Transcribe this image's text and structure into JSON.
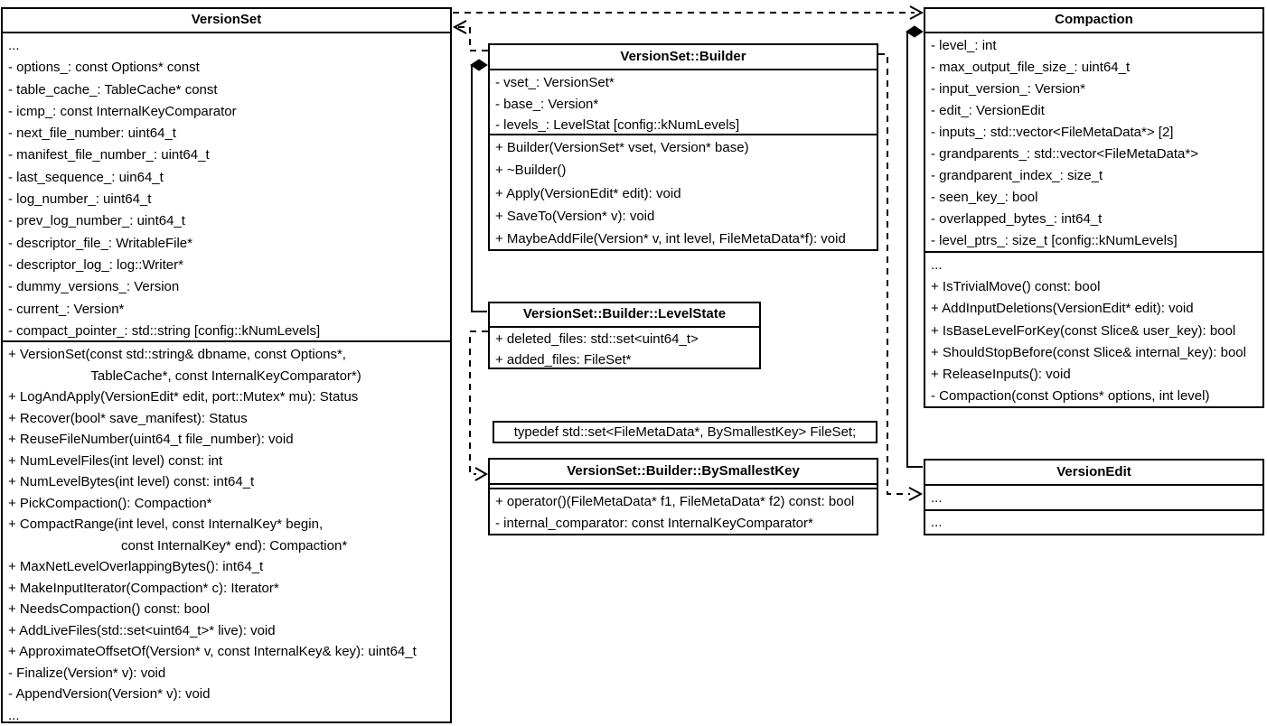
{
  "diagram": {
    "classes": {
      "versionset": {
        "title": "VersionSet",
        "attributes": [
          "...",
          "- options_: const Options* const",
          "- table_cache_: TableCache* const",
          "- icmp_: const InternalKeyComparator",
          "- next_file_number: uint64_t",
          "- manifest_file_number_: uint64_t",
          "- last_sequence_: uin64_t",
          "- log_number_: uint64_t",
          "- prev_log_number_: uint64_t",
          "- descriptor_file_: WritableFile*",
          "- descriptor_log_: log::Writer*",
          "- dummy_versions_: Version",
          "- current_: Version*",
          "- compact_pointer_: std::string [config::kNumLevels]"
        ],
        "methods": [
          "+ VersionSet(const std::string& dbname, const Options*,",
          "                      TableCache*, const InternalKeyComparator*)",
          "+ LogAndApply(VersionEdit* edit, port::Mutex* mu): Status",
          "+ Recover(bool* save_manifest): Status",
          "+ ReuseFileNumber(uint64_t file_number): void",
          "+ NumLevelFiles(int level) const: int",
          "+ NumLevelBytes(int level) const: int64_t",
          "+ PickCompaction(): Compaction*",
          "+ CompactRange(int level, const InternalKey* begin,",
          "                              const InternalKey* end): Compaction*",
          "+ MaxNetLevelOverlappingBytes(): int64_t",
          "+ MakeInputIterator(Compaction* c): Iterator*",
          "+ NeedsCompaction() const: bool",
          "+ AddLiveFiles(std::set<uint64_t>* live): void",
          "+ ApproximateOffsetOf(Version* v, const InternalKey& key): uint64_t",
          "- Finalize(Version* v): void",
          "- AppendVersion(Version* v): void",
          "..."
        ]
      },
      "builder": {
        "title": "VersionSet::Builder",
        "attributes": [
          "- vset_: VersionSet*",
          "- base_: Version*",
          "- levels_: LevelStat [config::kNumLevels]"
        ],
        "methods": [
          "+ Builder(VersionSet* vset, Version* base)",
          "+ ~Builder()",
          "+ Apply(VersionEdit* edit): void",
          "+ SaveTo(Version* v): void",
          "+ MaybeAddFile(Version* v, int level, FileMetaData*f): void"
        ]
      },
      "levelstate": {
        "title": "VersionSet::Builder::LevelState",
        "attributes": [
          "+ deleted_files: std::set<uint64_t>",
          "+ added_files: FileSet*"
        ]
      },
      "bysmallestkey": {
        "title": "VersionSet::Builder::BySmallestKey",
        "methods": [
          "+ operator()(FileMetaData* f1, FileMetaData* f2) const: bool",
          "- internal_comparator: const InternalKeyComparator*"
        ]
      },
      "compaction": {
        "title": "Compaction",
        "attributes": [
          "- level_: int",
          "- max_output_file_size_: uint64_t",
          "- input_version_: Version*",
          "- edit_: VersionEdit",
          "- inputs_: std::vector<FileMetaData*> [2]",
          "- grandparents_: std::vector<FileMetaData*>",
          "- grandparent_index_: size_t",
          "- seen_key_: bool",
          "- overlapped_bytes_: int64_t",
          "- level_ptrs_: size_t [config::kNumLevels]"
        ],
        "methods": [
          "...",
          "+ IsTrivialMove() const: bool",
          "+ AddInputDeletions(VersionEdit* edit): void",
          "+ IsBaseLevelForKey(const Slice& user_key): bool",
          "+ ShouldStopBefore(const Slice& internal_key): bool",
          "+ ReleaseInputs(): void",
          "- Compaction(const Options* options, int level)"
        ]
      },
      "versionedit": {
        "title": "VersionEdit",
        "attributes_placeholder": "...",
        "methods_placeholder": "..."
      }
    },
    "note": {
      "text": "typedef std::set<FileMetaData*, BySmallestKey> FileSet;"
    },
    "relations": [
      {
        "from": "VersionSet",
        "to": "Compaction",
        "type": "dashed-dependency-arrow"
      },
      {
        "from": "VersionSet::Builder",
        "to": "VersionSet",
        "type": "dashed-dependency-arrow"
      },
      {
        "from": "VersionSet::Builder",
        "to": "VersionSet::Builder::LevelState",
        "type": "composition-filled-diamond"
      },
      {
        "from": "VersionSet::Builder::LevelState",
        "to": "VersionSet::Builder::BySmallestKey",
        "type": "dashed-dependency-arrow"
      },
      {
        "from": "VersionSet::Builder",
        "to": "VersionEdit",
        "type": "dashed-dependency-arrow"
      },
      {
        "from": "Compaction",
        "to": "VersionEdit",
        "type": "composition-filled-diamond"
      }
    ]
  }
}
